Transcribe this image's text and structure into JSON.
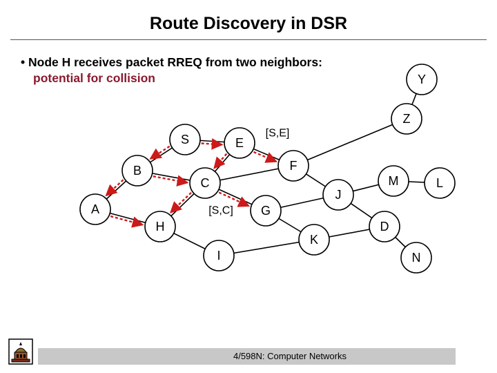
{
  "title": "Route Discovery in DSR",
  "bullet": {
    "line1": "• Node H receives packet RREQ from two neighbors:",
    "line2": "potential for collision",
    "line2_color": "#8b1a2f"
  },
  "nodes": [
    {
      "id": "Y",
      "label": "Y"
    },
    {
      "id": "Z",
      "label": "Z"
    },
    {
      "id": "S",
      "label": "S"
    },
    {
      "id": "E",
      "label": "E"
    },
    {
      "id": "F",
      "label": "F"
    },
    {
      "id": "B",
      "label": "B"
    },
    {
      "id": "C",
      "label": "C"
    },
    {
      "id": "M",
      "label": "M"
    },
    {
      "id": "L",
      "label": "L"
    },
    {
      "id": "J",
      "label": "J"
    },
    {
      "id": "A",
      "label": "A"
    },
    {
      "id": "G",
      "label": "G"
    },
    {
      "id": "H",
      "label": "H"
    },
    {
      "id": "D",
      "label": "D"
    },
    {
      "id": "K",
      "label": "K"
    },
    {
      "id": "I",
      "label": "I"
    },
    {
      "id": "N",
      "label": "N"
    }
  ],
  "edges": [
    {
      "from": "Y",
      "to": "Z"
    },
    {
      "from": "S",
      "to": "E"
    },
    {
      "from": "S",
      "to": "B"
    },
    {
      "from": "E",
      "to": "F"
    },
    {
      "from": "E",
      "to": "C"
    },
    {
      "from": "Z",
      "to": "F"
    },
    {
      "from": "F",
      "to": "J"
    },
    {
      "from": "F",
      "to": "C"
    },
    {
      "from": "B",
      "to": "C"
    },
    {
      "from": "B",
      "to": "A"
    },
    {
      "from": "C",
      "to": "G"
    },
    {
      "from": "C",
      "to": "H"
    },
    {
      "from": "A",
      "to": "H"
    },
    {
      "from": "H",
      "to": "I"
    },
    {
      "from": "G",
      "to": "K"
    },
    {
      "from": "J",
      "to": "M"
    },
    {
      "from": "M",
      "to": "L"
    },
    {
      "from": "J",
      "to": "D"
    },
    {
      "from": "K",
      "to": "D"
    },
    {
      "from": "D",
      "to": "N"
    },
    {
      "from": "I",
      "to": "K"
    },
    {
      "from": "G",
      "to": "J"
    }
  ],
  "edge_labels": [
    {
      "text": "[S,E]",
      "near": "E"
    },
    {
      "text": "[S,C]",
      "near": "C"
    }
  ],
  "colors": {
    "node_fill": "#ffffff",
    "node_stroke": "#000000",
    "edge": "#000000",
    "highlight_edge": "#cc1a1a",
    "footer_bar": "#c8c8c8"
  },
  "footer": {
    "text": "4/598N: Computer Networks"
  }
}
